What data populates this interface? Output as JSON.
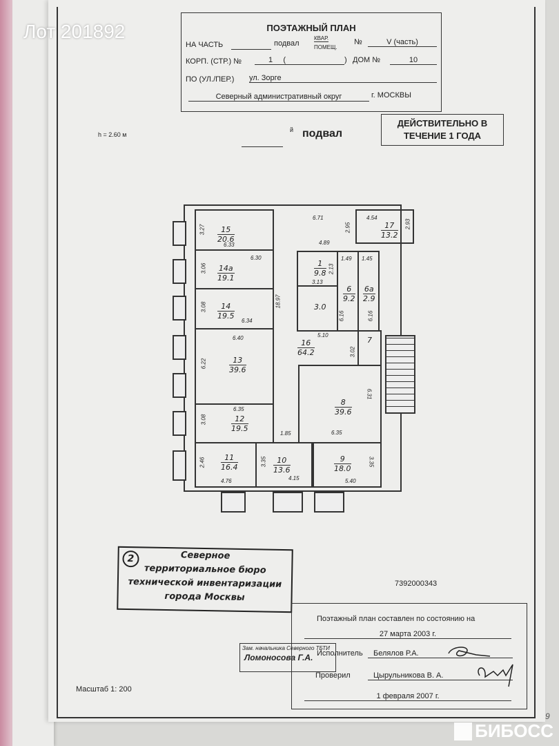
{
  "watermark_lot": "Лот 201892",
  "header": {
    "title": "ПОЭТАЖНЫЙ ПЛАН",
    "na_chast_label": "НА ЧАСТЬ",
    "floor": "подвал",
    "kvar": "КВАР.",
    "pomesch": "ПОМЕЩ.",
    "number_label": "№",
    "number_value": "V (часть)",
    "korp_label": "КОРП. (СТР.) №",
    "korp_value": "1",
    "paren_open": "(",
    "paren_close": ")",
    "dom_label": "ДОМ №",
    "dom_value": "10",
    "street_label": "ПО (УЛ./ПЕР.)",
    "street_value": "ул. Зорге",
    "district": "Северный административный округ",
    "city": "г. МОСКВЫ"
  },
  "height_note": "h = 2.60 м",
  "floor_suffix": "й",
  "floor_title": "подвал",
  "validity": {
    "line1": "ДЕЙСТВИТЕЛЬНО В",
    "line2": "ТЕЧЕНИЕ 1 ГОДА"
  },
  "rooms": [
    {
      "number": "15",
      "area": "20.6"
    },
    {
      "number": "14а",
      "area": "19.1"
    },
    {
      "number": "14",
      "area": "19.5"
    },
    {
      "number": "13",
      "area": "39.6"
    },
    {
      "number": "12",
      "area": "19.5"
    },
    {
      "number": "11",
      "area": "16.4"
    },
    {
      "number": "10",
      "area": "13.6"
    },
    {
      "number": "9",
      "area": "18.0"
    },
    {
      "number": "8",
      "area": "39.6"
    },
    {
      "number": "16",
      "area": "64.2"
    },
    {
      "number": "1",
      "area": "9.8"
    },
    {
      "number": "6",
      "area": "9.2"
    },
    {
      "number": "6а",
      "area": "2.9"
    },
    {
      "number": "7",
      "area": ""
    },
    {
      "number": "17",
      "area": "13.2"
    },
    {
      "number": "3.0",
      "area": ""
    }
  ],
  "dimensions": [
    "3.27",
    "6.33",
    "6.30",
    "3.06",
    "3.08",
    "6.34",
    "6.40",
    "6.22",
    "6.35",
    "3.08",
    "2.46",
    "4.76",
    "1.85",
    "3.35",
    "4.15",
    "3.35",
    "5.40",
    "6.35",
    "6.31",
    "5.10",
    "3.02",
    "6.71",
    "4.54",
    "4.89",
    "2.95",
    "2.93",
    "1.49",
    "1.45",
    "3.13",
    "2.13",
    "6.16",
    "6.16",
    "18.97"
  ],
  "stamp": {
    "number": "2",
    "line1": "Северное",
    "line2": "территориальное бюро",
    "line3": "технической инвентаризации",
    "line4": "города Москвы"
  },
  "doc_number": "7392000343",
  "signoff": {
    "state_text": "Поэтажный план составлен по состоянию на",
    "state_date": "27 марта 2003 г.",
    "executor_label": "Исполнитель",
    "executor_name": "Белялов Р.А.",
    "checked_label": "Проверил",
    "checked_name": "Цырульникова В. А.",
    "final_date": "1 февраля 2007 г."
  },
  "deputy_stamp": {
    "title": "Зам. начальника Северного ТБТИ",
    "name": "Ломоносова Г.А."
  },
  "scale": "Масштаб 1: 200",
  "page_mark": "9",
  "brand_logo": "БИБОСС"
}
